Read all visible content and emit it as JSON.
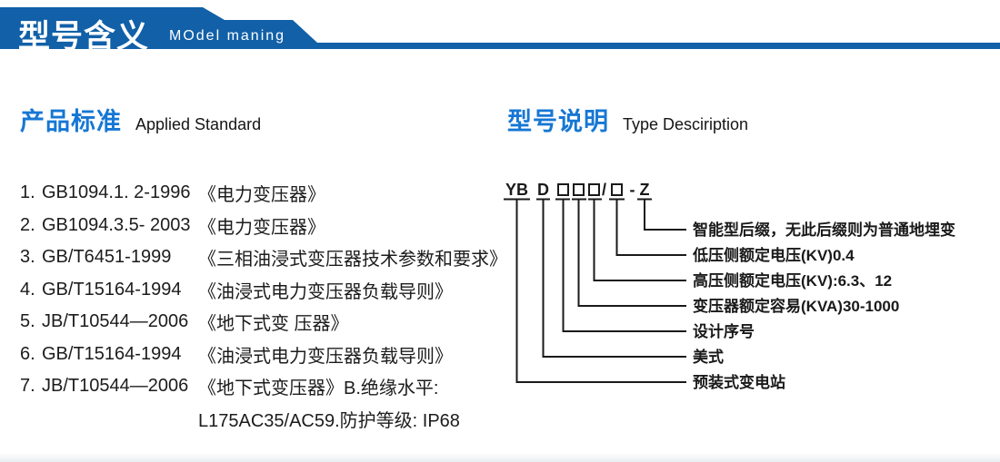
{
  "banner": {
    "title": "型号含义",
    "subtitle": "MOdel maning"
  },
  "left_section": {
    "heading_cn": "产品标准",
    "heading_en": "Applied Standard",
    "items": [
      {
        "num": "1.",
        "code": "GB1094.1. 2-1996",
        "title": "《电力变压器》"
      },
      {
        "num": "2.",
        "code": "GB1094.3.5- 2003",
        "title": "《电力变压器》"
      },
      {
        "num": "3.",
        "code": "GB/T6451-1999",
        "title": "《三相油浸式变压器技术参数和要求》"
      },
      {
        "num": "4.",
        "code": "GB/T15164-1994",
        "title": "《油浸式电力变压器负载导则》"
      },
      {
        "num": "5.",
        "code": "JB/T10544—2006",
        "title": "《地下式变 压器》"
      },
      {
        "num": "6.",
        "code": "GB/T15164-1994",
        "title": "《油浸式电力变压器负载导则》"
      },
      {
        "num": "7.",
        "code": "JB/T10544—2006",
        "title": "《地下式变压器》B.绝缘水平:"
      }
    ],
    "continuation": "L175AC35/AC59.防护等级: IP68"
  },
  "right_section": {
    "heading_cn": "型号说明",
    "heading_en": "Type Desciription",
    "code": {
      "prefix": "YB",
      "style": "D",
      "slash": "/",
      "dash": "-",
      "suffix": "Z",
      "boxes": "□□□ /□"
    },
    "labels": [
      "智能型后缀，无此后缀则为普通地埋变",
      "低压侧额定电压(KV)0.4",
      "高压侧额定电压(KV):6.3、12",
      "变压器额定容易(KVA)30-1000",
      "设计序号",
      "美式",
      "预装式变电站"
    ]
  },
  "colors": {
    "banner_blue": "#1160a8",
    "heading_blue": "#1677d4",
    "text": "#1b1b1b"
  }
}
